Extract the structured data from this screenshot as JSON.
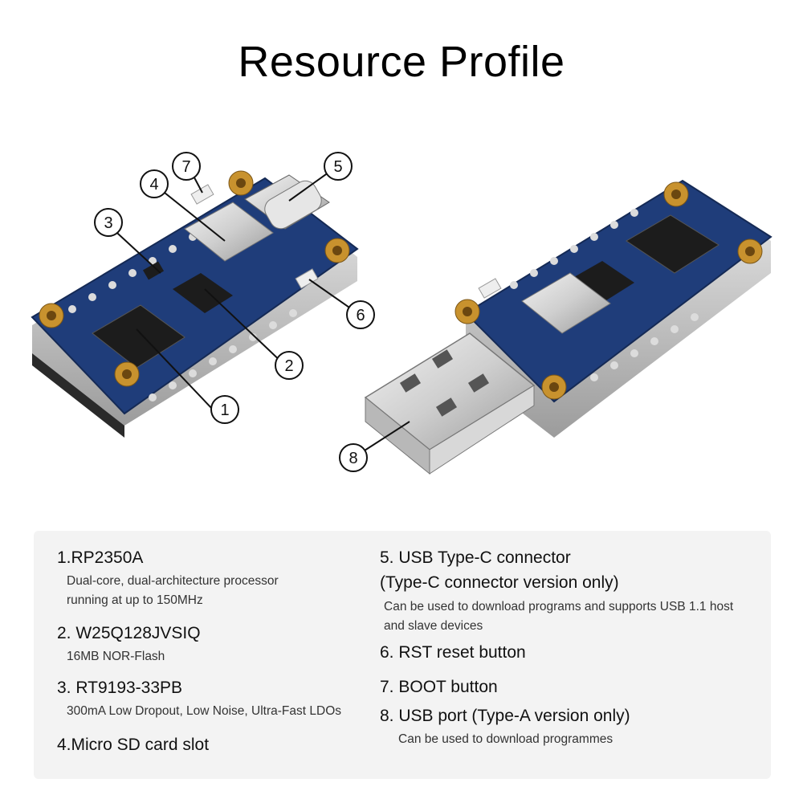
{
  "header": {
    "title": "Resource Profile"
  },
  "callouts": [
    "1",
    "2",
    "3",
    "4",
    "5",
    "6",
    "7",
    "8"
  ],
  "colors": {
    "pcb": "#1f3d7a",
    "gold": "#c8922e",
    "chip": "#1c1c1c",
    "panel": "#f3f3f3"
  },
  "features": [
    {
      "title": "1.RP2350A",
      "desc": [
        "Dual-core, dual-architecture processor",
        "running at up to 150MHz"
      ]
    },
    {
      "title": "2. W25Q128JVSIQ",
      "desc": [
        "16MB NOR-Flash"
      ]
    },
    {
      "title": "3. RT9193-33PB",
      "desc": [
        "300mA Low Dropout, Low Noise, Ultra-Fast LDOs"
      ]
    },
    {
      "title": "4.Micro SD card slot",
      "desc": []
    },
    {
      "title": "5. USB Type-C connector",
      "title2": "(Type-C connector version only)",
      "desc": [
        "Can be used to download programs and supports USB 1.1 host",
        "and slave devices"
      ]
    },
    {
      "title": "6. RST reset button",
      "desc": []
    },
    {
      "title": "7. BOOT button",
      "desc": []
    },
    {
      "title": "8. USB port (Type-A version only)",
      "desc": [
        "Can be used to download programmes"
      ]
    }
  ]
}
